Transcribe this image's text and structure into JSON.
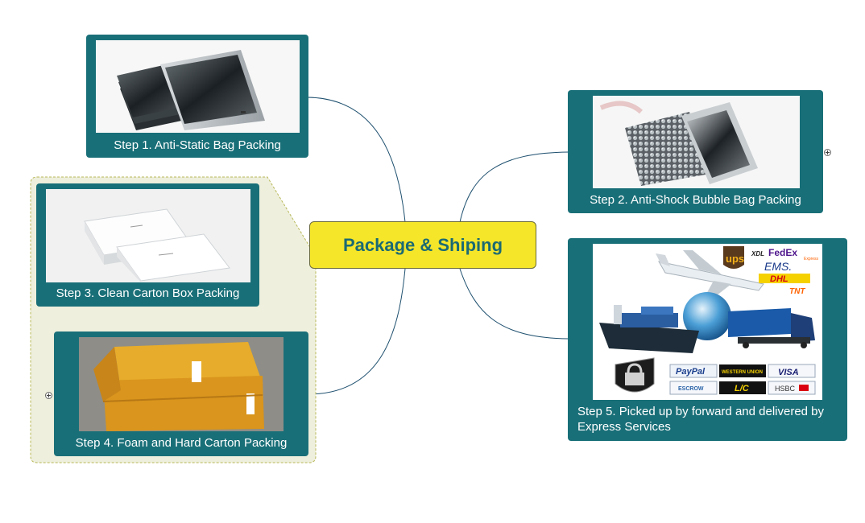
{
  "central": {
    "label": "Package & Shiping"
  },
  "steps": [
    {
      "label": "Step 1. Anti-Static Bag Packing"
    },
    {
      "label": "Step 2. Anti-Shock Bubble Bag Packing"
    },
    {
      "label": "Step 3. Clean Carton Box Packing"
    },
    {
      "label": "Step 4. Foam and Hard Carton Packing"
    },
    {
      "label": "Step 5. Picked up by forward and delivered by Express Services"
    }
  ],
  "logos": {
    "ups": "ups",
    "xdl": "XDL",
    "fedex": "FedEx",
    "fedex_sub": "Express",
    "ems": "EMS.",
    "dhl": "DHL",
    "tnt": "TNT",
    "paypal": "PayPal",
    "western_union": "WESTERN UNION",
    "visa": "VISA",
    "escrow": "ESCROW",
    "lc": "L/C",
    "hsbc": "HSBC"
  },
  "colors": {
    "node_fill": "#196f78",
    "central_fill": "#f5e62a",
    "central_text": "#1b6a73",
    "connector": "#1d4f6e",
    "boundary_fill": "#eeefdc",
    "boundary_stroke": "#b8b85a"
  }
}
